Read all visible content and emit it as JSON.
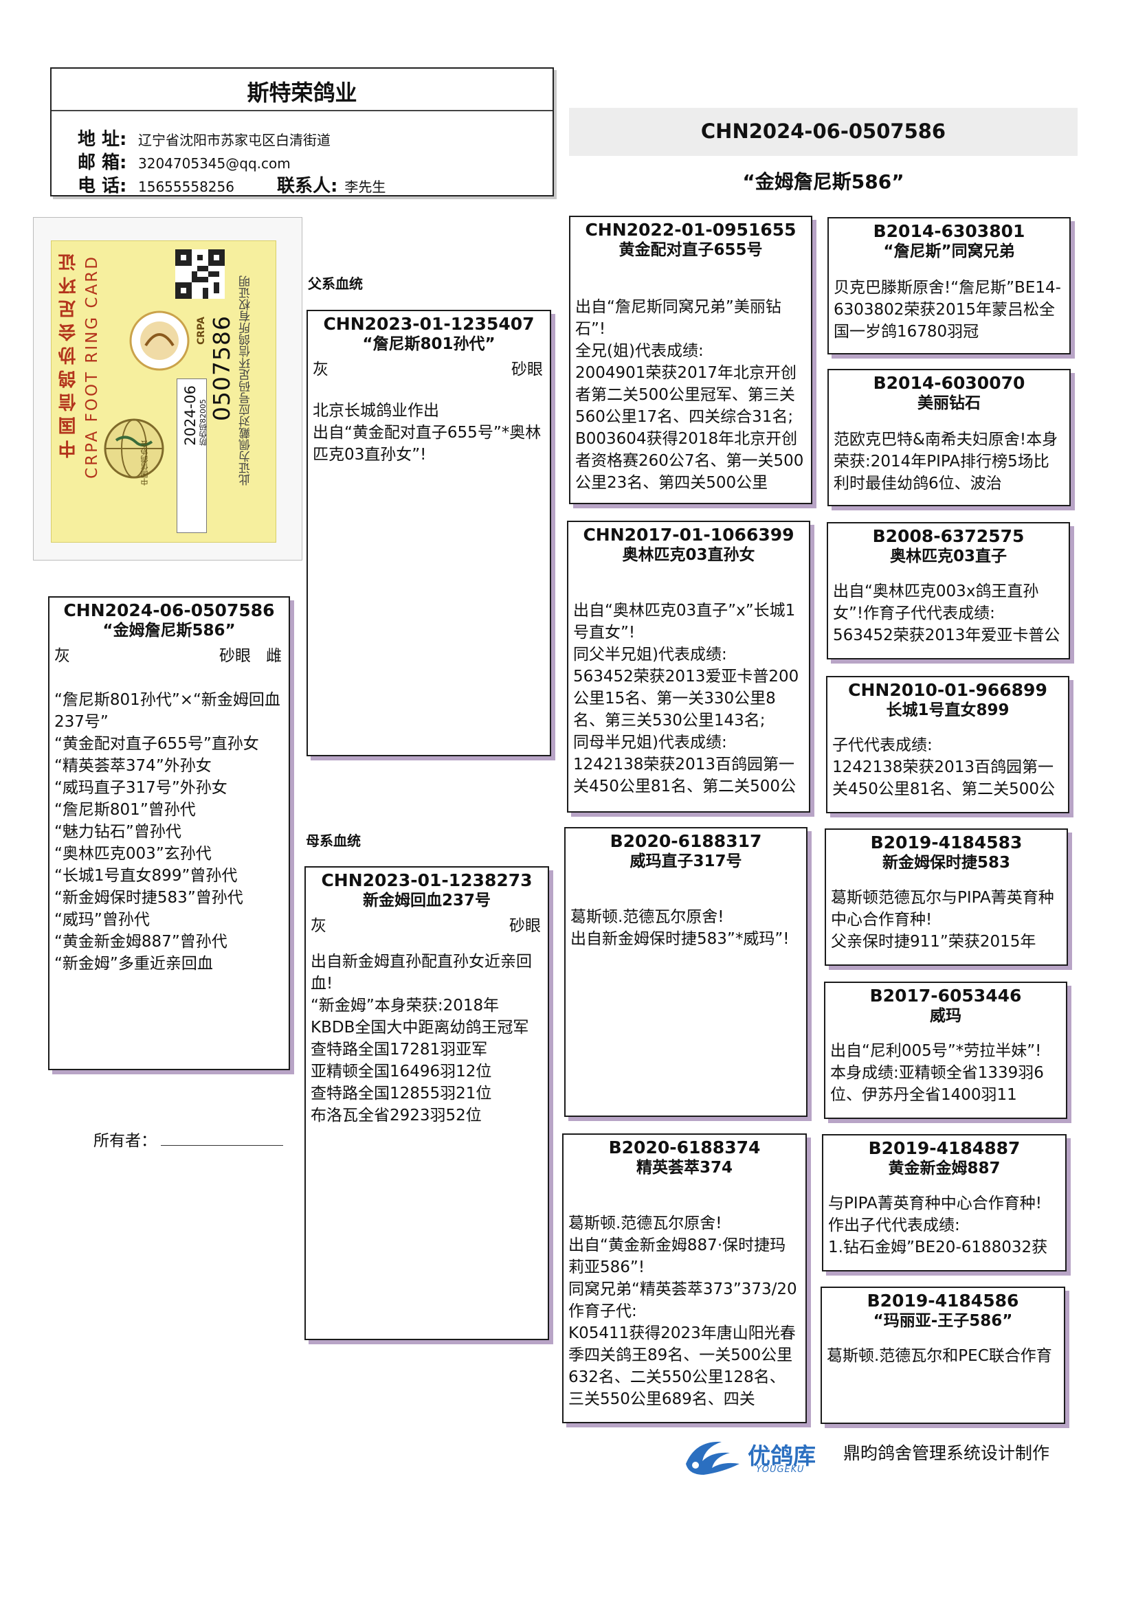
{
  "header": {
    "title": "斯特荣鸽业",
    "address_label": "地 址:",
    "address": "辽宁省沈阳市苏家屯区白清街道",
    "email_label": "邮 箱:",
    "email": "3204705345@qq.com",
    "phone_label": "电 话:",
    "phone": "15655558256",
    "contact_label": "联系人:",
    "contact": "李先生"
  },
  "subject": {
    "ring": "CHN2024-06-0507586",
    "name": "“金姆詹尼斯586”"
  },
  "ring_card": {
    "org": "中国信鸽协会足环证",
    "title_en": "CRPA FOOT RING CARD",
    "number": "0507586",
    "year_region": "2024-06",
    "code": "防伪码82005",
    "notice": "此证为佩戴对应号码足环信鸽所有权证明",
    "logo_text": "CRPA",
    "seal_text": "中国信鸽协会"
  },
  "labels": {
    "sire_line": "父系血统",
    "dam_line": "母系血统",
    "owner": "所有者："
  },
  "boxes": {
    "main": {
      "ring": "CHN2024-06-0507586",
      "name": "“金姆詹尼斯586”",
      "color": "灰",
      "eye": "砂眼",
      "sex": "雌",
      "desc": "“詹尼斯801孙代”×“新金姆回血237号”\n“黄金配对直子655号”直孙女\n“精英荟萃374”外孙女\n“威玛直子317号”外孙女\n“詹尼斯801”曾孙代\n“魅力钻石”曾孙代\n“奥林匹克003”玄孙代\n“长城1号直女899”曾孙代\n“新金姆保时捷583”曾孙代\n“威玛”曾孙代\n“黄金新金姆887”曾孙代\n“新金姆”多重近亲回血"
    },
    "sire": {
      "ring": "CHN2023-01-1235407",
      "name": "“詹尼斯801孙代”",
      "color": "灰",
      "eye": "砂眼",
      "desc": "北京长城鸽业作出\n出自“黄金配对直子655号”*奥林匹克03直孙女”!"
    },
    "dam": {
      "ring": "CHN2023-01-1238273",
      "name": "新金姆回血237号",
      "color": "灰",
      "eye": "砂眼",
      "desc": "出自新金姆直孙配直孙女近亲回血!\n“新金姆”本身荣获:2018年KBDB全国大中距离幼鸽王冠军\n查特路全国17281羽亚军\n亚精顿全国16496羽12位\n查特路全国12855羽21位\n布洛瓦全省2923羽52位"
    },
    "ss": {
      "ring": "CHN2022-01-0951655",
      "name": "黄金配对直子655号",
      "desc": "出自“詹尼斯同窝兄弟”美丽钻石”!\n全兄(姐)代表成绩:\n2004901荣获2017年北京开创者第二关500公里冠军、第三关560公里17名、四关综合31名;\nB003604获得2018年北京开创者资格赛260公7名、第一关500公里23名、第四关500公里"
    },
    "sd": {
      "ring": "CHN2017-01-1066399",
      "name": "奥林匹克03直孙女",
      "desc": "出自“奥林匹克03直子”x”长城1号直女”!\n同父半兄姐)代表成绩:\n563452荣获2013爱亚卡普200公里15名、第一关330公里8名、第三关530公里143名;\n同母半兄姐)代表成绩:\n1242138荣获2013百鸽园第一关450公里81名、第二关500公"
    },
    "ds": {
      "ring": "B2020-6188317",
      "name": "威玛直子317号",
      "desc": "葛斯顿.范德瓦尔原舍!\n出自新金姆保时捷583”*威玛”!"
    },
    "dd": {
      "ring": "B2020-6188374",
      "name": "精英荟萃374",
      "desc": "葛斯顿.范德瓦尔原舍!\n出自“黄金新金姆887·保时捷玛莉亚586”!\n同窝兄弟“精英荟萃373”373/20作育子代:\nK05411获得2023年唐山阳光春季四关鸽王89名、一关500公里632名、二关550公里128名、三关550公里689名、四关"
    },
    "sss": {
      "ring": "B2014-6303801",
      "name": "“詹尼斯”同窝兄弟",
      "desc": "贝克巴滕斯原舍!“詹尼斯”BE14-6303802荣获2015年蒙吕松全国一岁鸽16780羽冠"
    },
    "ssd": {
      "ring": "B2014-6030070",
      "name": "美丽钻石",
      "desc": "范欧克巴特&南希夫妇原舍!本身荣获:2014年PIPA排行榜5场比利时最佳幼鸽6位、波治"
    },
    "sds": {
      "ring": "B2008-6372575",
      "name": "奥林匹克03直子",
      "desc": "出自“奥林匹克003x鸽王直孙女”!作育子代代表成绩:\n563452荣获2013年爱亚卡普公"
    },
    "sdd": {
      "ring": "CHN2010-01-966899",
      "name": "长城1号直女899",
      "desc": "子代代表成绩:\n1242138荣获2013百鸽园第一关450公里81名、第二关500公"
    },
    "dss": {
      "ring": "B2019-4184583",
      "name": "新金姆保时捷583",
      "desc": "葛斯顿范德瓦尔与PIPA菁英育种中心合作育种!\n父亲保时捷911”荣获2015年"
    },
    "dsd": {
      "ring": "B2017-6053446",
      "name": "威玛",
      "desc": "出自“尼利005号”*劳拉半妹”!\n本身成绩:亚精顿全省1339羽6位、伊苏丹全省1400羽11"
    },
    "dds": {
      "ring": "B2019-4184887",
      "name": "黄金新金姆887",
      "desc": "与PIPA菁英育种中心合作育种!\n作出子代代表成绩:\n1.钻石金姆”BE20-6188032获"
    },
    "ddd": {
      "ring": "B2019-4184586",
      "name": "“玛丽亚-王子586”",
      "desc": "葛斯顿.范德瓦尔和PEC联合作育"
    }
  },
  "footer": {
    "brand_cn": "优鸽库",
    "brand_en": "YOUGEKU",
    "credit": "鼎昀鸽舍管理系统设计制作"
  }
}
